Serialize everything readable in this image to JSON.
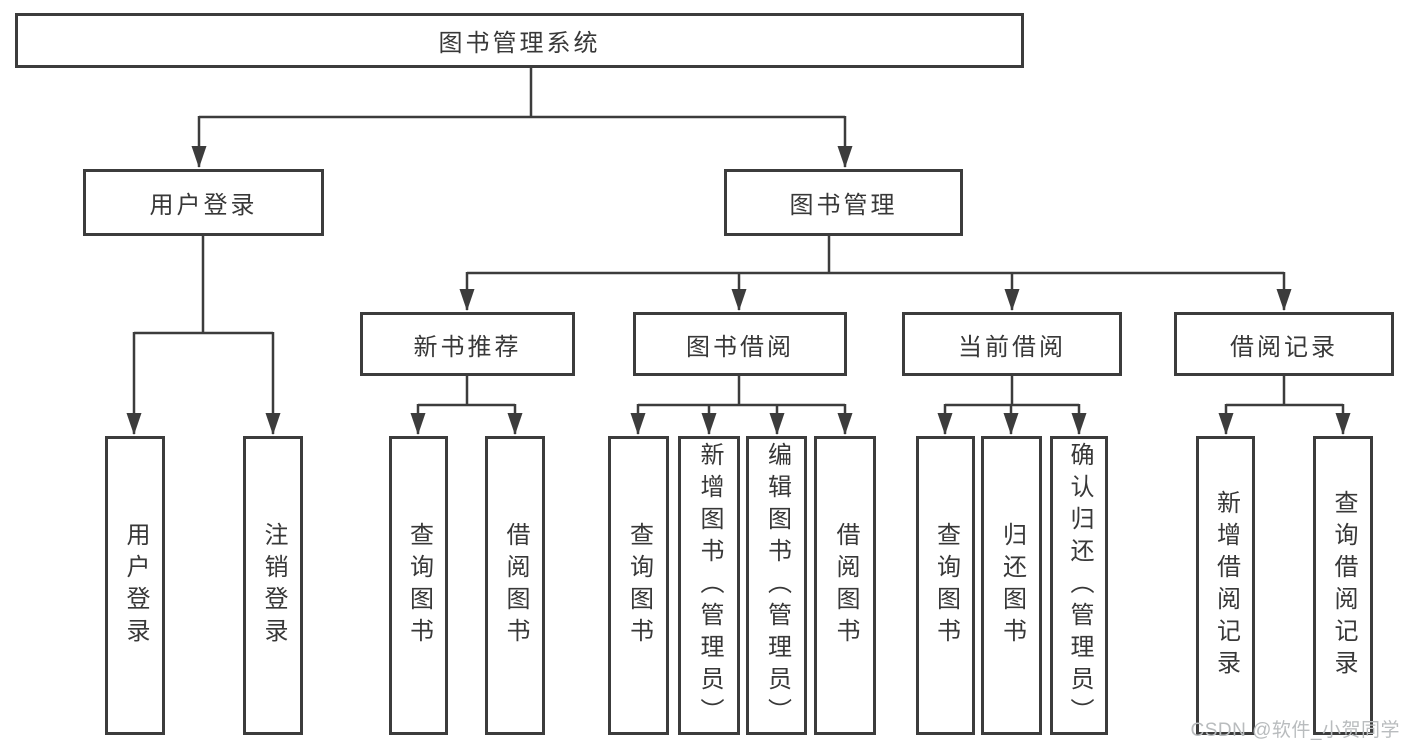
{
  "tree": {
    "label": "图书管理系统",
    "children": [
      {
        "label": "用户登录",
        "children": [
          {
            "label": "用户登录"
          },
          {
            "label": "注销登录"
          }
        ]
      },
      {
        "label": "图书管理",
        "children": [
          {
            "label": "新书推荐",
            "children": [
              {
                "label": "查询图书"
              },
              {
                "label": "借阅图书"
              }
            ]
          },
          {
            "label": "图书借阅",
            "children": [
              {
                "label": "查询图书"
              },
              {
                "label": "新增图书（管理员）"
              },
              {
                "label": "编辑图书（管理员）"
              },
              {
                "label": "借阅图书"
              }
            ]
          },
          {
            "label": "当前借阅",
            "children": [
              {
                "label": "查询图书"
              },
              {
                "label": "归还图书"
              },
              {
                "label": "确认归还（管理员）"
              }
            ]
          },
          {
            "label": "借阅记录",
            "children": [
              {
                "label": "新增借阅记录"
              },
              {
                "label": "查询借阅记录"
              }
            ]
          }
        ]
      }
    ]
  },
  "watermark": {
    "text": "CSDN @软件_小贺同学"
  },
  "colors": {
    "line": "#3c3c3c",
    "text": "#383838",
    "nodeFill": "#ffffff",
    "background": "#ffffff",
    "watermark": "#b9bcbe"
  }
}
